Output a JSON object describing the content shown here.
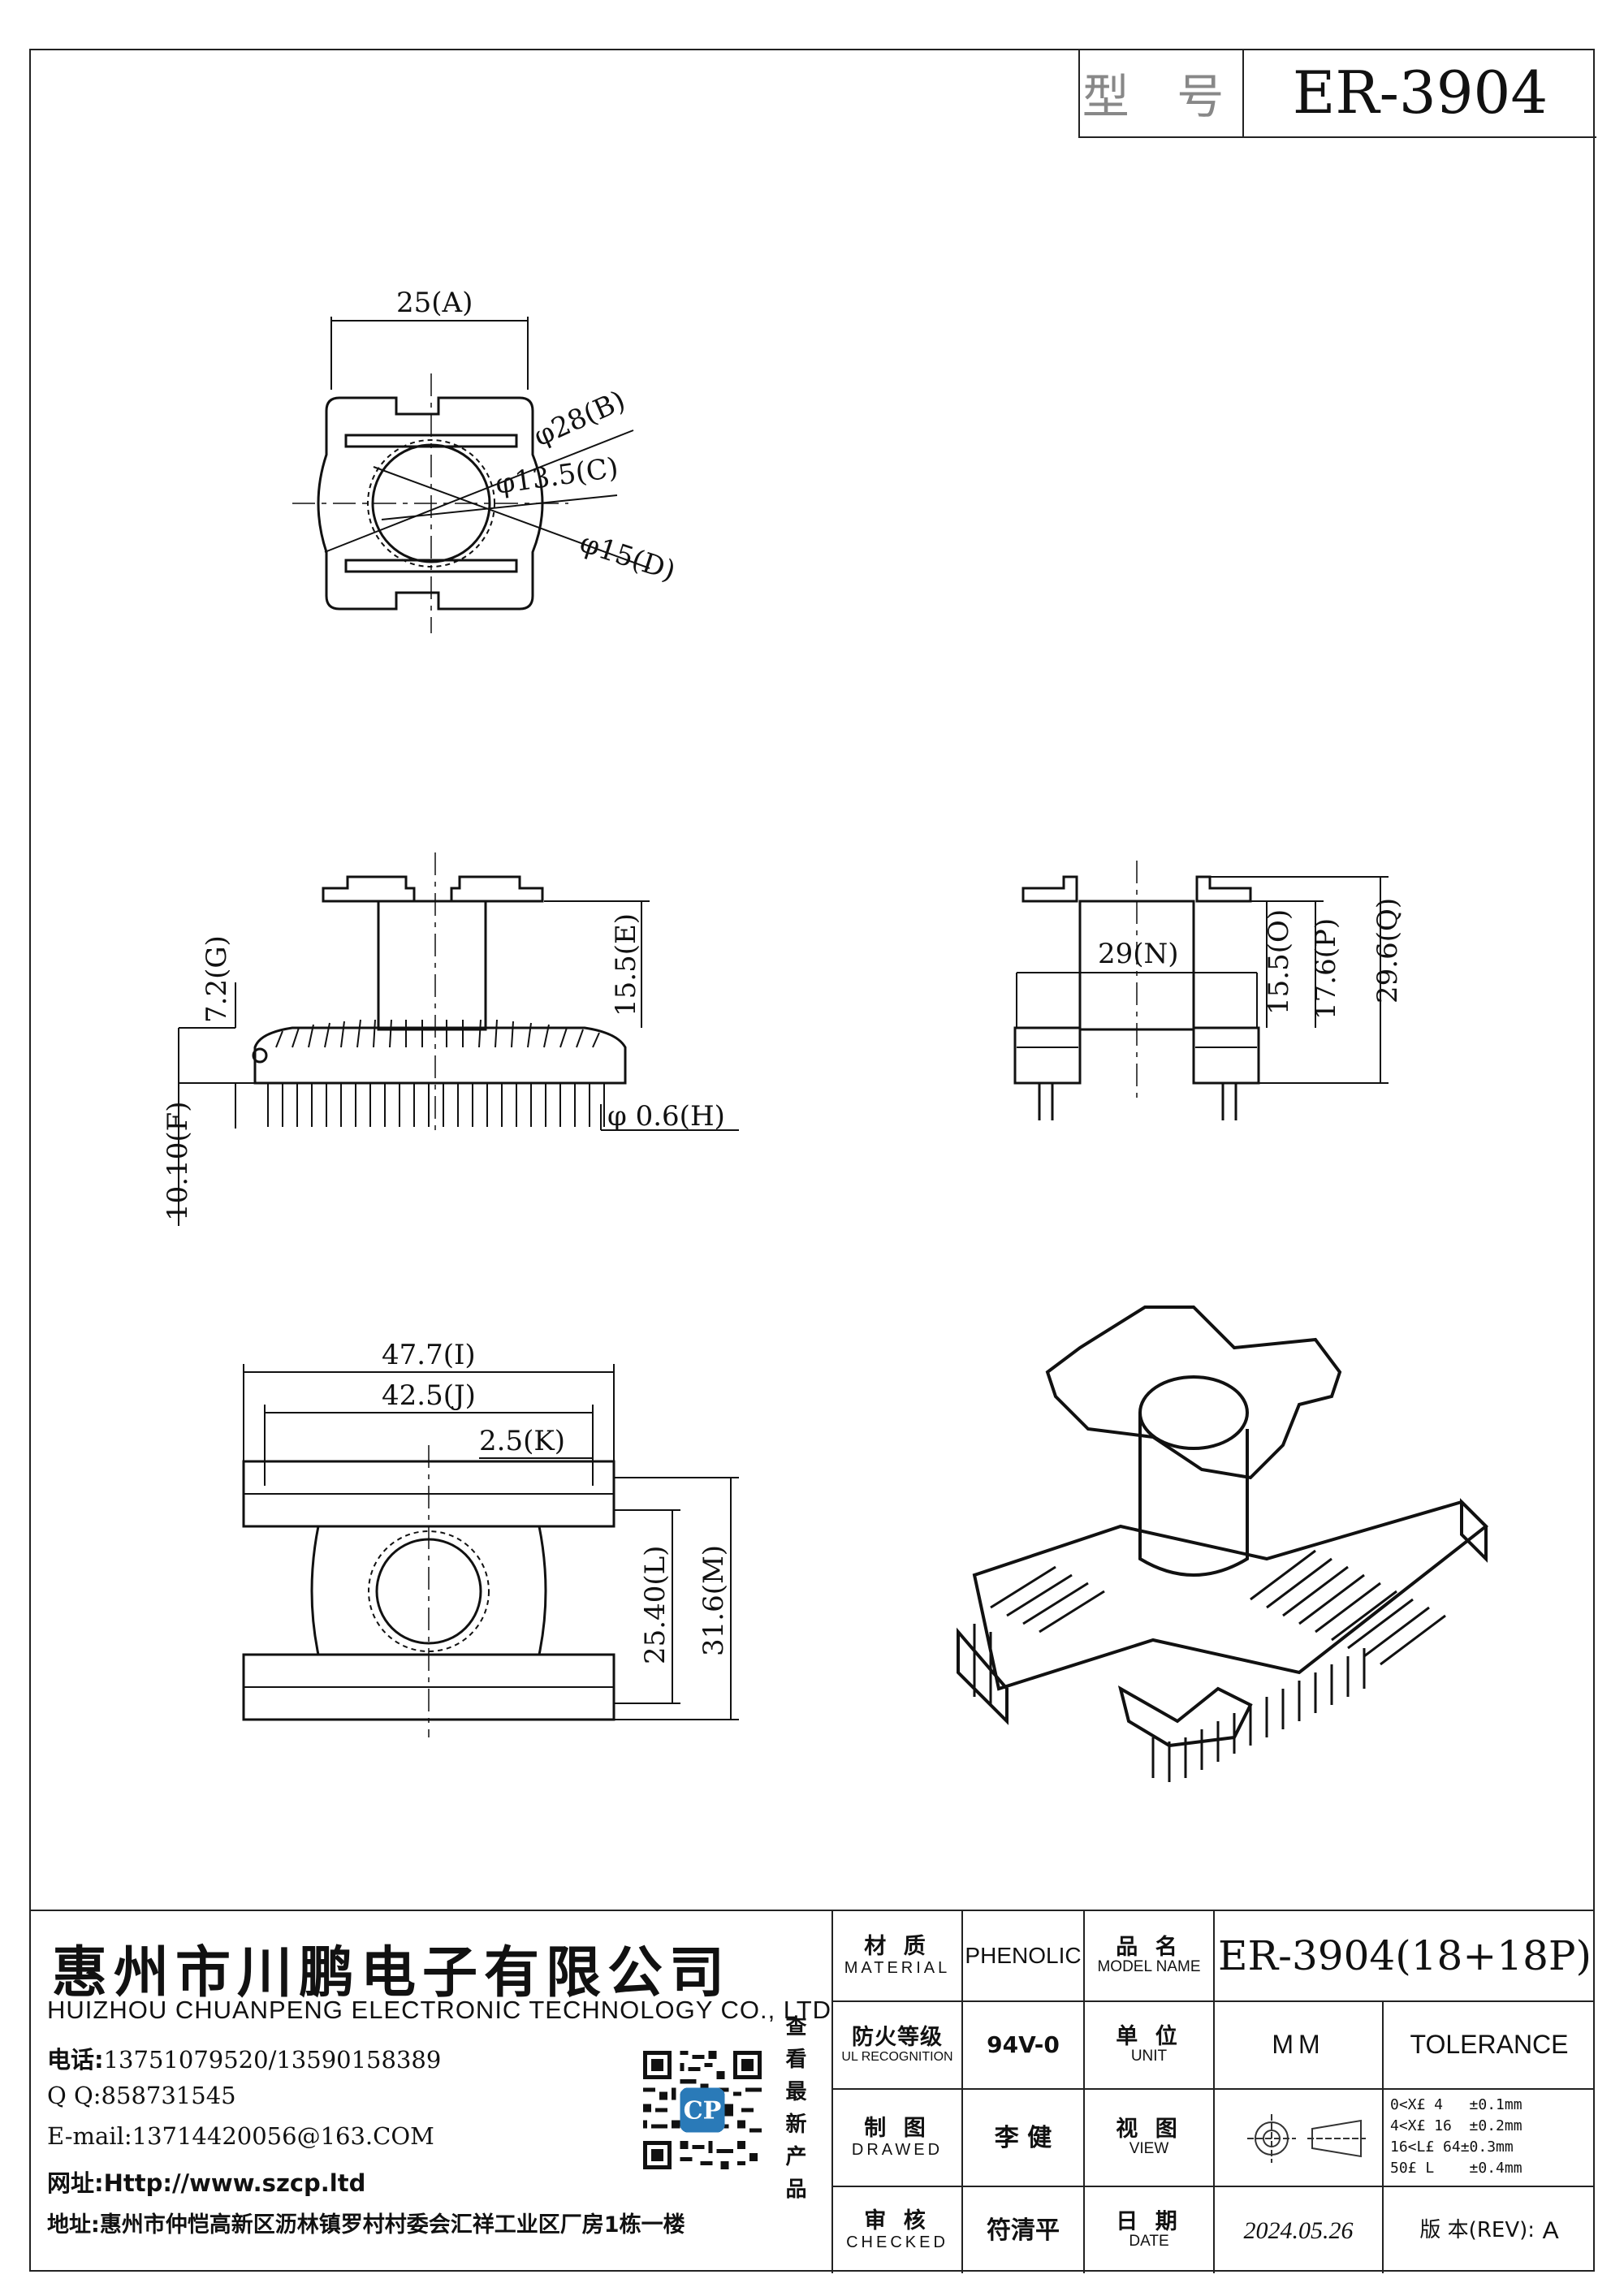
{
  "header": {
    "model_label": "型 号",
    "model_value": "ER-3904"
  },
  "dimensions": {
    "A": "25(A)",
    "B": "φ28(B)",
    "C": "φ13.5(C)",
    "D": "φ15(D)",
    "E": "15.5(E)",
    "F": "10.10(F)",
    "G": "7.2(G)",
    "H": "φ 0.6(H)",
    "I": "47.7(I)",
    "J": "42.5(J)",
    "K": "2.5(K)",
    "L": "25.40(L)",
    "M": "31.6(M)",
    "N": "29(N)",
    "O": "15.5(O)",
    "P": "17.6(P)",
    "Q": "29.6(Q)"
  },
  "company": {
    "name_cn": "惠州市川鹏电子有限公司",
    "name_en": "HUIZHOU CHUANPENG ELECTRONIC TECHNOLOGY CO., LTD",
    "phone_label": "电话:",
    "phone": "13751079520/13590158389",
    "qq_label": "Q Q:",
    "qq": "858731545",
    "email_label": "E-mail:",
    "email": "13714420056@163.COM",
    "web_label": "网址:",
    "web": "Http://www.szcp.ltd",
    "addr_label": "地址:",
    "addr": "惠州市仲恺高新区沥林镇罗村村委会汇祥工业区厂房1栋一楼",
    "qr_caption": "查看最新产品",
    "qr_badge": "CP"
  },
  "title_block": {
    "material_cn": "材 质",
    "material_en": "MATERIAL",
    "material_val": "PHENOLIC",
    "model_cn": "品 名",
    "model_en": "MODEL NAME",
    "model_val": "ER-3904(18+18P)",
    "flame_cn": "防火等级",
    "flame_en": "UL RECOGNITION",
    "flame_val": "94V-0",
    "unit_cn": "单 位",
    "unit_en": "UNIT",
    "unit_val": "MM",
    "tolerance": "TOLERANCE",
    "drawn_cn": "制 图",
    "drawn_en": "DRAWED",
    "drawn_val": "李 健",
    "view_cn": "视 图",
    "view_en": "VIEW",
    "tol_lines": [
      "0<X£ 4   ±0.1mm",
      "4<X£ 16  ±0.2mm",
      "16<L£ 64±0.3mm",
      "50£ L    ±0.4mm"
    ],
    "checked_cn": "审 核",
    "checked_en": "CHECKED",
    "checked_val": "符清平",
    "date_cn": "日 期",
    "date_en": "DATE",
    "date_val": "2024.05.26",
    "rev_label": "版 本(REV):",
    "rev_val": "A"
  }
}
